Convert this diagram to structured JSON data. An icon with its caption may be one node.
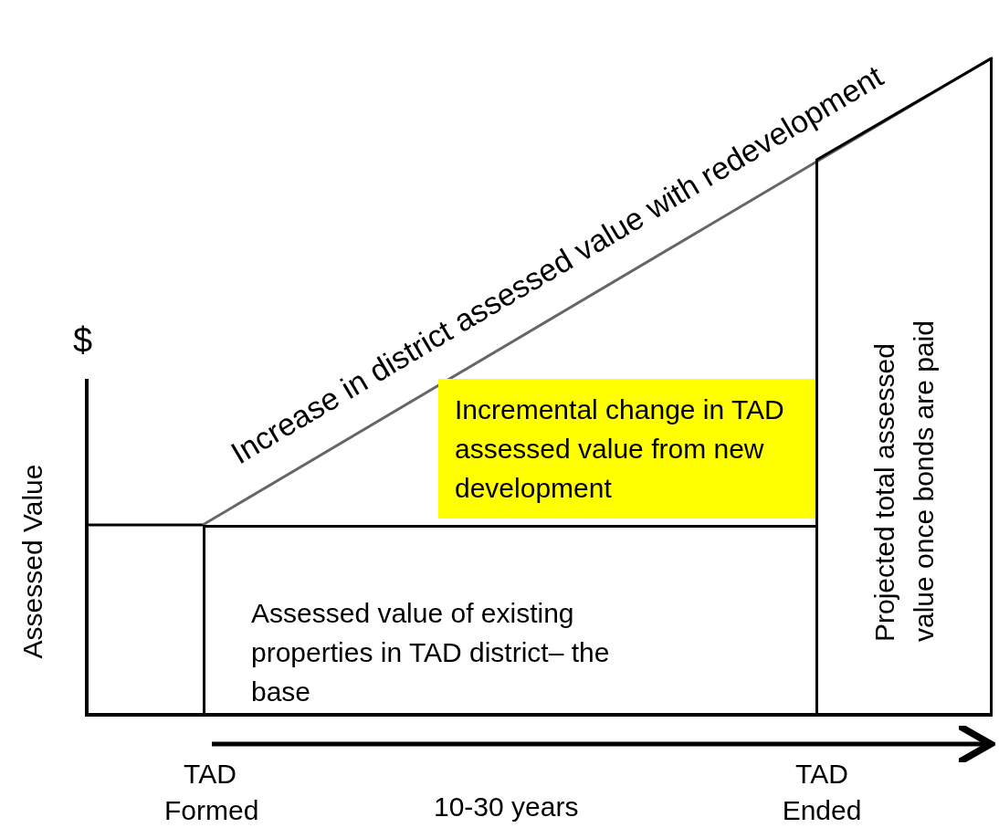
{
  "diagram": {
    "nodes": [
      {
        "text": [
          "Incremental change in TAD  assessed value from new development"
        ]
      },
      {
        "text": [
          "Assessed value of existing properties in TAD district– the base"
        ]
      },
      {
        "text": [
          "Projected total assessed value once bonds are paid"
        ]
      }
    ],
    "labels": [
      "Increase in district assessed value with redevelopment",
      "$",
      "Assessed Value",
      "TAD Formed",
      "10-30 years",
      "TAD Ended"
    ]
  }
}
